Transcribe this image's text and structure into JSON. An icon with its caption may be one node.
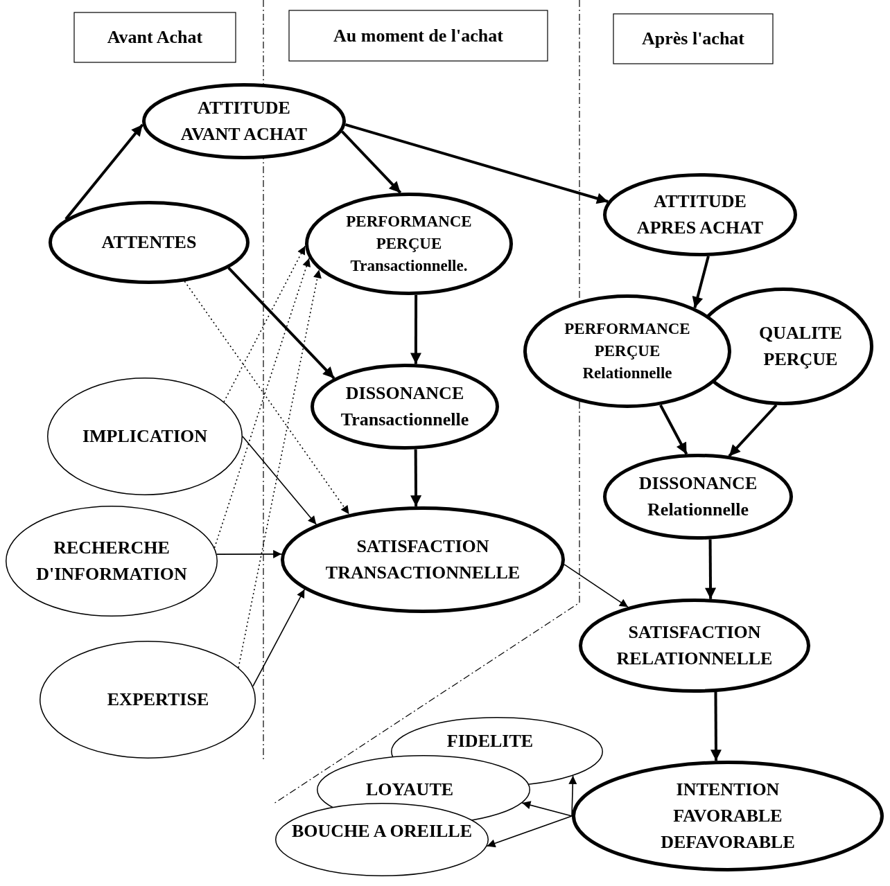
{
  "diagram": {
    "nodes": [
      {
        "text": [
          "Avant Achat"
        ]
      },
      {
        "text": [
          "Au moment de l'achat"
        ]
      },
      {
        "text": [
          "Après l'achat"
        ]
      },
      {
        "text": [
          "ATTITUDE AVANT ACHAT"
        ]
      },
      {
        "text": [
          "ATTENTES"
        ]
      },
      {
        "text": [
          "PERFORMANCE PERÇUE Transactionnelle."
        ]
      },
      {
        "text": [
          "ATTITUDE APRES ACHAT"
        ]
      },
      {
        "text": [
          "QUALITE PERÇUE"
        ]
      },
      {
        "text": [
          "PERFORMANCE PERÇUE Relationnelle"
        ]
      },
      {
        "text": [
          "IMPLICATION"
        ]
      },
      {
        "text": [
          "DISSONANCE Transactionnelle"
        ]
      },
      {
        "text": [
          "DISSONANCE Relationnelle"
        ]
      },
      {
        "text": [
          "RECHERCHE D'INFORMATION"
        ]
      },
      {
        "text": [
          "SATISFACTION TRANSACTIONNELLE"
        ]
      },
      {
        "text": [
          "SATISFACTION RELATIONNELLE"
        ]
      },
      {
        "text": [
          "EXPERTISE"
        ]
      },
      {
        "text": [
          "FIDELITE"
        ]
      },
      {
        "text": [
          "LOYAUTE"
        ]
      },
      {
        "text": [
          "BOUCHE A OREILLE"
        ]
      },
      {
        "text": [
          "INTENTION FAVORABLE DEFAVORABLE"
        ]
      }
    ],
    "edges": [
      {
        "from": 4,
        "to": 3,
        "arrow": "to",
        "style": "thick"
      },
      {
        "from": 3,
        "to": 5,
        "arrow": "to",
        "style": "thick"
      },
      {
        "from": 3,
        "to": 6,
        "arrow": "to",
        "style": "thick"
      },
      {
        "from": 4,
        "to": 10,
        "arrow": "to",
        "style": "thick"
      },
      {
        "from": 5,
        "to": 10,
        "arrow": "to",
        "style": "thick"
      },
      {
        "from": 10,
        "to": 13,
        "arrow": "to",
        "style": "thick"
      },
      {
        "from": 9,
        "to": 13,
        "arrow": "to"
      },
      {
        "from": 12,
        "to": 13,
        "arrow": "to"
      },
      {
        "from": 15,
        "to": 13,
        "arrow": "to"
      },
      {
        "from": 9,
        "to": 5,
        "arrow": "to",
        "style": "dashed"
      },
      {
        "from": 12,
        "to": 5,
        "arrow": "to",
        "style": "dashed"
      },
      {
        "from": 15,
        "to": 5,
        "arrow": "to",
        "style": "dashed"
      },
      {
        "from": 4,
        "to": 13,
        "arrow": "to",
        "style": "dashed"
      },
      {
        "from": 6,
        "to": 8,
        "arrow": "to",
        "style": "thick"
      },
      {
        "from": 8,
        "to": 11,
        "arrow": "to",
        "style": "thick"
      },
      {
        "from": 7,
        "to": 11,
        "arrow": "to",
        "style": "thick"
      },
      {
        "from": 11,
        "to": 14,
        "arrow": "to",
        "style": "thick"
      },
      {
        "from": 13,
        "to": 14,
        "arrow": "to"
      },
      {
        "from": 14,
        "to": 19,
        "arrow": "to",
        "style": "thick"
      },
      {
        "from": 19,
        "to": 16,
        "arrow": "to"
      },
      {
        "from": 19,
        "to": 17,
        "arrow": "to"
      },
      {
        "from": 19,
        "to": 18,
        "arrow": "to"
      }
    ]
  }
}
